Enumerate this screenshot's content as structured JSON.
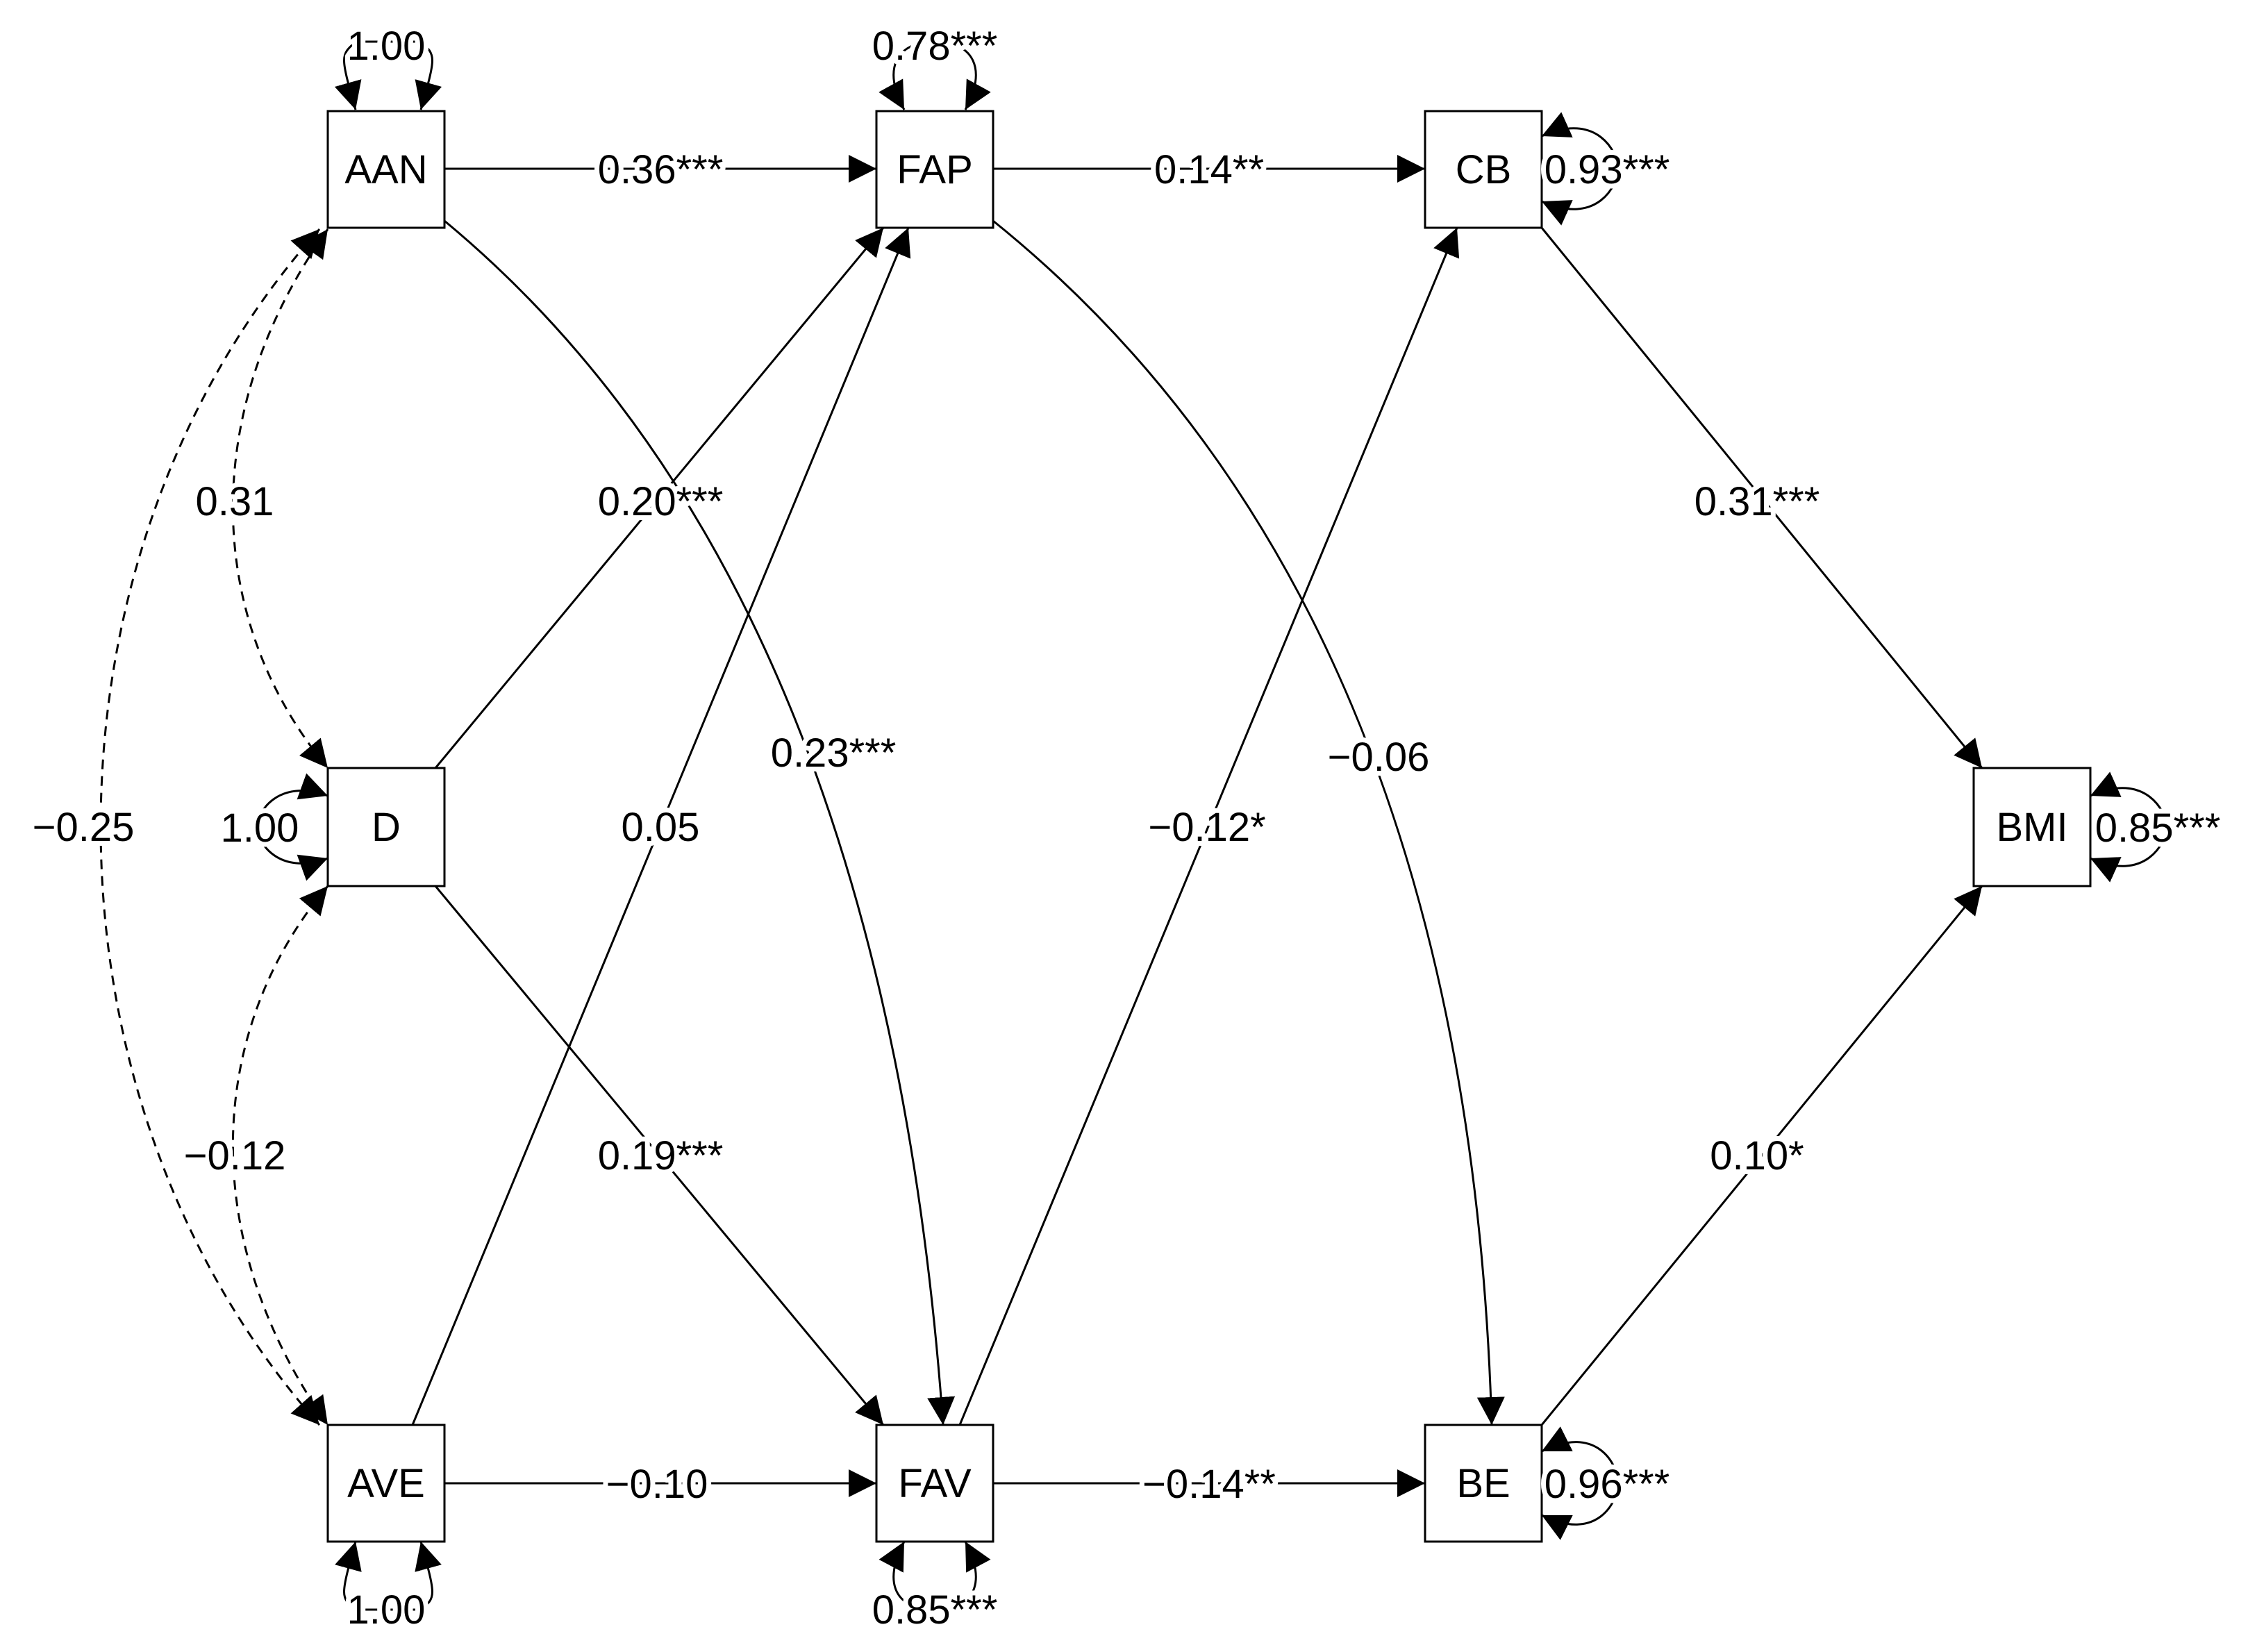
{
  "colors": {
    "background": "#ffffff",
    "stroke": "#000000",
    "text": "#000000"
  },
  "nodes": [
    {
      "id": "AAN",
      "label": "AAN"
    },
    {
      "id": "FAP",
      "label": "FAP"
    },
    {
      "id": "CB",
      "label": "CB"
    },
    {
      "id": "D",
      "label": "D"
    },
    {
      "id": "BMI",
      "label": "BMI"
    },
    {
      "id": "AVE",
      "label": "AVE"
    },
    {
      "id": "FAV",
      "label": "FAV"
    },
    {
      "id": "BE",
      "label": "BE"
    }
  ],
  "paths": [
    {
      "from": "AAN",
      "to": "FAP",
      "label": "0.36***",
      "kind": "regression"
    },
    {
      "from": "FAP",
      "to": "CB",
      "label": "0.14**",
      "kind": "regression"
    },
    {
      "from": "AVE",
      "to": "FAV",
      "label": "−0.10",
      "kind": "regression"
    },
    {
      "from": "FAV",
      "to": "BE",
      "label": "−0.14**",
      "kind": "regression"
    },
    {
      "from": "D",
      "to": "FAP",
      "label": "0.20***",
      "kind": "regression"
    },
    {
      "from": "AVE",
      "to": "FAP",
      "label": "0.05",
      "kind": "regression"
    },
    {
      "from": "AAN",
      "to": "FAV",
      "label": "0.23***",
      "kind": "regression"
    },
    {
      "from": "D",
      "to": "FAV",
      "label": "0.19***",
      "kind": "regression"
    },
    {
      "from": "FAV",
      "to": "CB",
      "label": "−0.12*",
      "kind": "regression"
    },
    {
      "from": "FAP",
      "to": "BE",
      "label": "−0.06",
      "kind": "regression"
    },
    {
      "from": "CB",
      "to": "BMI",
      "label": "0.31***",
      "kind": "regression"
    },
    {
      "from": "BE",
      "to": "BMI",
      "label": "0.10*",
      "kind": "regression"
    },
    {
      "from": "AAN",
      "to": "D",
      "label": "0.31",
      "kind": "covariance"
    },
    {
      "from": "D",
      "to": "AVE",
      "label": "−0.12",
      "kind": "covariance"
    },
    {
      "from": "AAN",
      "to": "AVE",
      "label": "−0.25",
      "kind": "covariance"
    }
  ],
  "variances": [
    {
      "node": "AAN",
      "label": "1.00"
    },
    {
      "node": "FAP",
      "label": "0.78***"
    },
    {
      "node": "CB",
      "label": "0.93***"
    },
    {
      "node": "D",
      "label": "1.00"
    },
    {
      "node": "BMI",
      "label": "0.85***"
    },
    {
      "node": "AVE",
      "label": "1.00"
    },
    {
      "node": "FAV",
      "label": "0.85***"
    },
    {
      "node": "BE",
      "label": "0.96***"
    }
  ]
}
